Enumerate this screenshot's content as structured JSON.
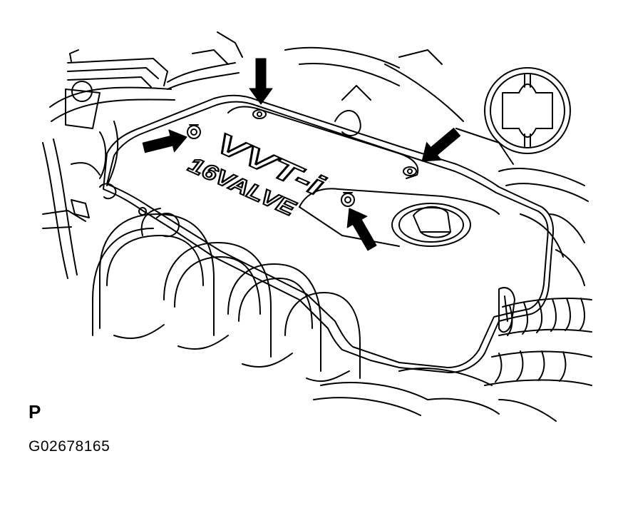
{
  "cover": {
    "emblem_top": "VVT-i",
    "emblem_bottom": "16VALVE"
  },
  "labels": {
    "view_letter": "P",
    "figure_id": "G02678165"
  },
  "colors": {
    "line": "#000000",
    "background": "#ffffff"
  }
}
